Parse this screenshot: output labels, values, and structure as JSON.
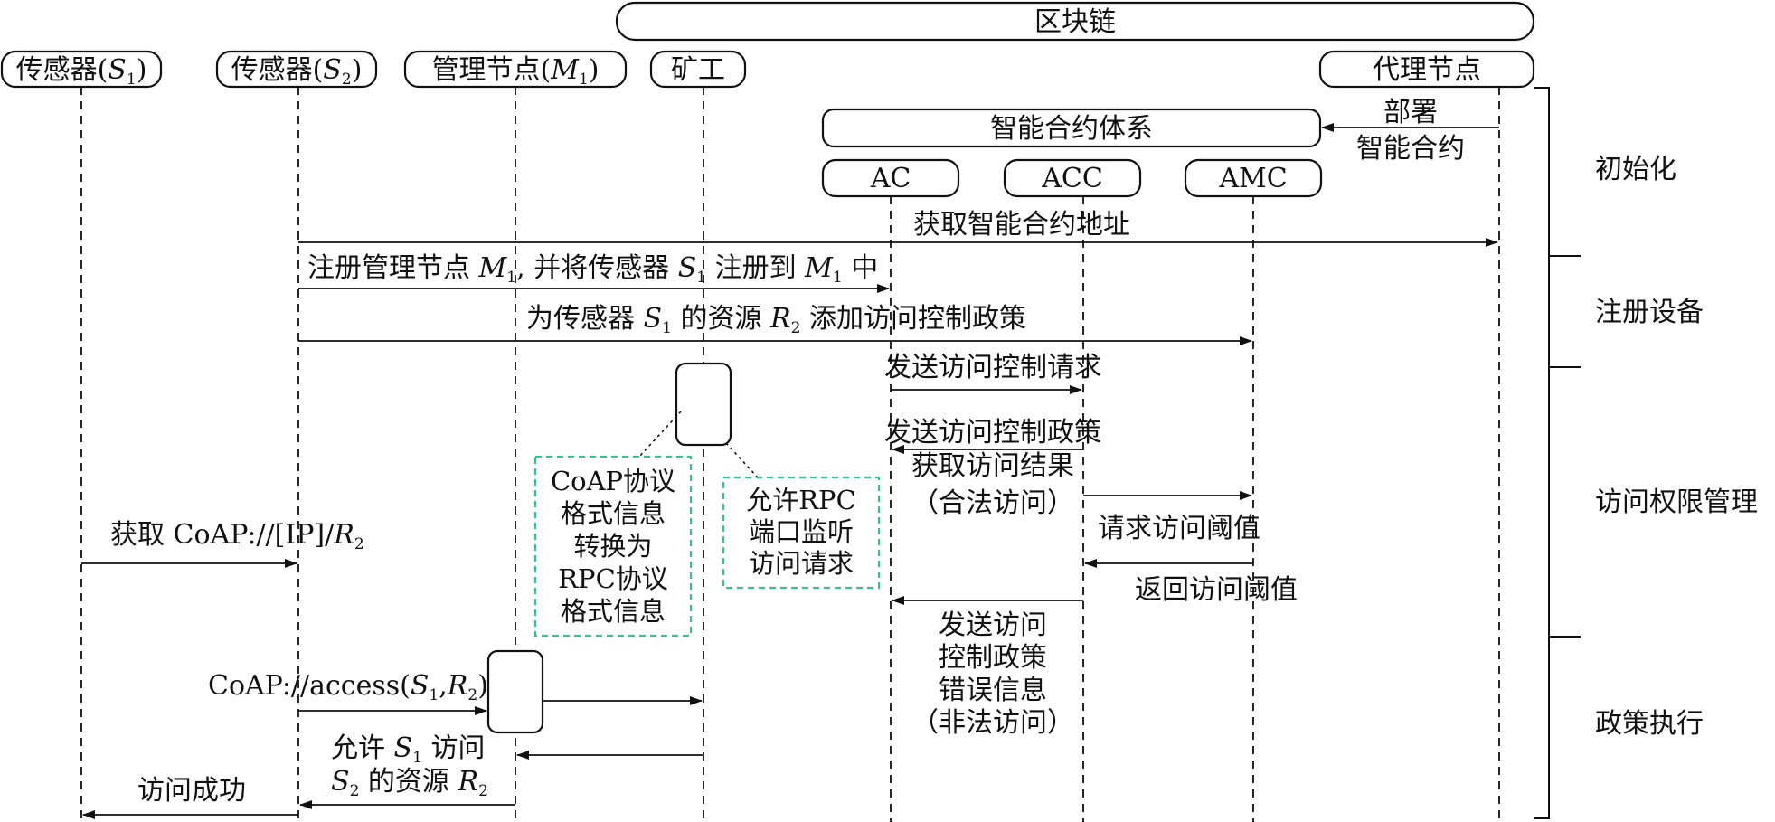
{
  "blockchain": {
    "label": "区块链"
  },
  "participants": {
    "s1": {
      "name": "传感器",
      "sym": "S",
      "sub": "1"
    },
    "s2": {
      "name": "传感器",
      "sym": "S",
      "sub": "2"
    },
    "m1": {
      "name": "管理节点",
      "sym": "M",
      "sub": "1"
    },
    "miner": {
      "name": "矿工"
    },
    "proxy": {
      "name": "代理节点"
    }
  },
  "contracts": {
    "system": "智能合约体系",
    "ac": "AC",
    "acc": "ACC",
    "amc": "AMC"
  },
  "messages": {
    "deploy": {
      "line1": "部署",
      "line2": "智能合约"
    },
    "get_address": "获取智能合约地址",
    "register": {
      "a": "注册管理节点 ",
      "m": "M",
      "msub": "1",
      "b": ", 并将传感器 ",
      "s": "S",
      "ssub": "1",
      "c": " 注册到 ",
      "m2": "M",
      "m2sub": "1",
      "d": " 中"
    },
    "add_policy": {
      "a": "为传感器 ",
      "s": "S",
      "ssub": "1",
      "b": " 的资源 ",
      "r": "R",
      "rsub": "2",
      "c": " 添加访问控制政策"
    },
    "send_request": "发送访问控制请求",
    "send_policy": "发送访问控制政策",
    "get_result": {
      "line1": "获取访问结果",
      "line2": "（合法访问）"
    },
    "request_threshold": "请求访问阈值",
    "return_threshold": "返回访问阈值",
    "error_info": {
      "line1": "发送访问",
      "line2": "控制政策",
      "line3": "错误信息",
      "line4": "（非法访问）"
    },
    "get_coap": {
      "a": "获取 CoAP://[IP]/",
      "r": "R",
      "rsub": "2"
    },
    "coap_access": {
      "a": "CoAP://access(",
      "s": "S",
      "ssub": "1",
      "b": ",",
      "r": "R",
      "rsub": "2",
      "c": ")"
    },
    "allow_access": {
      "a": "允许 ",
      "s": "S",
      "ssub": "1",
      "b": " 访问",
      "s2": "S",
      "s2sub": "2",
      "c": " 的资源 ",
      "r": "R",
      "rsub": "2"
    },
    "access_success": "访问成功"
  },
  "notes": {
    "coap_note": {
      "l1": "CoAP协议",
      "l2": "格式信息",
      "l3": "转换为",
      "l4": "RPC协议",
      "l5": "格式信息"
    },
    "rpc_note": {
      "l1": "允许RPC",
      "l2": "端口监听",
      "l3": "访问请求"
    }
  },
  "phases": {
    "init": "初始化",
    "register": "注册设备",
    "permission": "访问权限管理",
    "enforce": "政策执行"
  },
  "colors": {
    "note_border": "#3dbf8f",
    "ink": "#111111"
  }
}
